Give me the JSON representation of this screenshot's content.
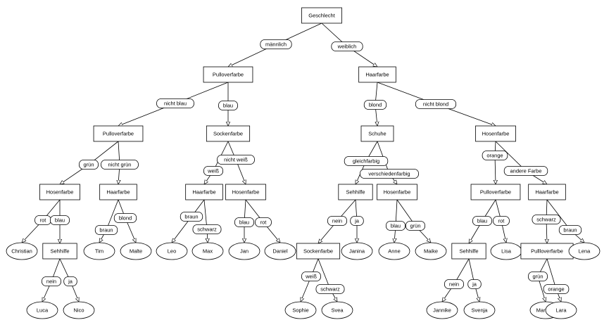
{
  "nodes": {
    "root": {
      "label": "Geschlecht",
      "shape": "box"
    },
    "pullover1": {
      "label": "Pulloverfarbe",
      "shape": "box"
    },
    "haar1": {
      "label": "Haarfarbe",
      "shape": "box"
    },
    "pullover2": {
      "label": "Pulloverfarbe",
      "shape": "box"
    },
    "socken1": {
      "label": "Sockenfarbe",
      "shape": "box"
    },
    "schuhe": {
      "label": "Schuhe",
      "shape": "box"
    },
    "hose1": {
      "label": "Hosenfarbe",
      "shape": "box"
    },
    "hose2": {
      "label": "Hosenfarbe",
      "shape": "box"
    },
    "haar2": {
      "label": "Haarfarbe",
      "shape": "box"
    },
    "haar3": {
      "label": "Haarfarbe",
      "shape": "box"
    },
    "hose3": {
      "label": "Hosenfarbe",
      "shape": "box"
    },
    "sehhilfe2": {
      "label": "Sehhilfe",
      "shape": "box"
    },
    "hose4": {
      "label": "Hosenfarbe",
      "shape": "box"
    },
    "pullover3": {
      "label": "Pulloverfarbe",
      "shape": "box"
    },
    "haar4": {
      "label": "Haarfarbe",
      "shape": "box"
    },
    "christian": {
      "label": "Christian",
      "shape": "ellipse"
    },
    "sehhilfe1": {
      "label": "Sehhilfe",
      "shape": "box"
    },
    "tim": {
      "label": "Tim",
      "shape": "ellipse"
    },
    "malte": {
      "label": "Malte",
      "shape": "ellipse"
    },
    "leo": {
      "label": "Leo",
      "shape": "ellipse"
    },
    "max": {
      "label": "Max",
      "shape": "ellipse"
    },
    "jan": {
      "label": "Jan",
      "shape": "ellipse"
    },
    "daniel": {
      "label": "Daniel",
      "shape": "ellipse"
    },
    "socken2": {
      "label": "Sockenfarbe",
      "shape": "box"
    },
    "janina": {
      "label": "Janina",
      "shape": "ellipse"
    },
    "anne": {
      "label": "Anne",
      "shape": "ellipse"
    },
    "maike": {
      "label": "Maike",
      "shape": "ellipse"
    },
    "sehhilfe3": {
      "label": "Sehhilfe",
      "shape": "box"
    },
    "lisa": {
      "label": "Lisa",
      "shape": "ellipse"
    },
    "pullover4": {
      "label": "Pullloverfarbe",
      "shape": "box"
    },
    "lena": {
      "label": "Lena",
      "shape": "ellipse"
    },
    "luca": {
      "label": "Luca",
      "shape": "ellipse"
    },
    "nico": {
      "label": "Nico",
      "shape": "ellipse"
    },
    "sophie": {
      "label": "Sophie",
      "shape": "ellipse"
    },
    "svea": {
      "label": "Svea",
      "shape": "ellipse"
    },
    "jannike": {
      "label": "Jannike",
      "shape": "ellipse"
    },
    "svenja": {
      "label": "Svenja",
      "shape": "ellipse"
    },
    "mareike": {
      "label": "Mareike",
      "shape": "ellipse"
    },
    "lara": {
      "label": "Lara",
      "shape": "ellipse"
    }
  },
  "edges": [
    {
      "from": "root",
      "to": "pullover1",
      "label": "männlich"
    },
    {
      "from": "root",
      "to": "haar1",
      "label": "weiblich"
    },
    {
      "from": "pullover1",
      "to": "pullover2",
      "label": "nicht blau"
    },
    {
      "from": "pullover1",
      "to": "socken1",
      "label": "blau"
    },
    {
      "from": "haar1",
      "to": "schuhe",
      "label": "blond"
    },
    {
      "from": "haar1",
      "to": "hose4",
      "label": "nicht blond"
    },
    {
      "from": "pullover2",
      "to": "hose1",
      "label": "grün"
    },
    {
      "from": "pullover2",
      "to": "haar2",
      "label": "nicht grün"
    },
    {
      "from": "socken1",
      "to": "haar3",
      "label": "weiß"
    },
    {
      "from": "socken1",
      "to": "hose2",
      "label": "nicht weiß"
    },
    {
      "from": "schuhe",
      "to": "sehhilfe2",
      "label": "gleichfarbig"
    },
    {
      "from": "schuhe",
      "to": "hose3",
      "label": "verschiedenfarbig"
    },
    {
      "from": "hose4",
      "to": "pullover3",
      "label": "orange"
    },
    {
      "from": "hose4",
      "to": "haar4",
      "label": "andere Farbe"
    },
    {
      "from": "hose1",
      "to": "christian",
      "label": "rot"
    },
    {
      "from": "hose1",
      "to": "sehhilfe1",
      "label": "blau"
    },
    {
      "from": "haar2",
      "to": "tim",
      "label": "braun"
    },
    {
      "from": "haar2",
      "to": "malte",
      "label": "blond"
    },
    {
      "from": "haar3",
      "to": "leo",
      "label": "braun"
    },
    {
      "from": "haar3",
      "to": "max",
      "label": "schwarz"
    },
    {
      "from": "hose2",
      "to": "jan",
      "label": "blau"
    },
    {
      "from": "hose2",
      "to": "daniel",
      "label": "rot"
    },
    {
      "from": "sehhilfe2",
      "to": "socken2",
      "label": "nein"
    },
    {
      "from": "sehhilfe2",
      "to": "janina",
      "label": "ja"
    },
    {
      "from": "hose3",
      "to": "anne",
      "label": "blau"
    },
    {
      "from": "hose3",
      "to": "maike",
      "label": "grün"
    },
    {
      "from": "pullover3",
      "to": "sehhilfe3",
      "label": "blau"
    },
    {
      "from": "pullover3",
      "to": "lisa",
      "label": "rot"
    },
    {
      "from": "haar4",
      "to": "pullover4",
      "label": "schwarz"
    },
    {
      "from": "haar4",
      "to": "lena",
      "label": "braun"
    },
    {
      "from": "sehhilfe1",
      "to": "luca",
      "label": "nein"
    },
    {
      "from": "sehhilfe1",
      "to": "nico",
      "label": "ja"
    },
    {
      "from": "socken2",
      "to": "sophie",
      "label": "weiß"
    },
    {
      "from": "socken2",
      "to": "svea",
      "label": "schwarz"
    },
    {
      "from": "sehhilfe3",
      "to": "jannike",
      "label": "nein"
    },
    {
      "from": "sehhilfe3",
      "to": "svenja",
      "label": "ja"
    },
    {
      "from": "pullover4",
      "to": "mareike",
      "label": "grün"
    },
    {
      "from": "pullover4",
      "to": "lara",
      "label": "orange"
    }
  ]
}
